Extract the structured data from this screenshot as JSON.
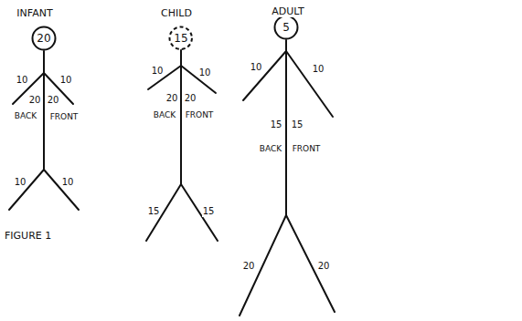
{
  "diagram": {
    "nodes": [
      {
        "text": [
          "20"
        ]
      },
      {
        "text": [
          "15"
        ]
      },
      {
        "text": [
          "5"
        ]
      }
    ],
    "labels": [
      "INFANT",
      "CHILD",
      "ADULT",
      "10",
      "10",
      "20",
      "20",
      "BACK",
      "FRONT",
      "10",
      "10",
      "10",
      "10",
      "20",
      "20",
      "BACK",
      "FRONT",
      "15",
      "15",
      "10",
      "10",
      "15",
      "15",
      "BACK",
      "FRONT",
      "20",
      "20",
      "FIGURE 1"
    ]
  }
}
